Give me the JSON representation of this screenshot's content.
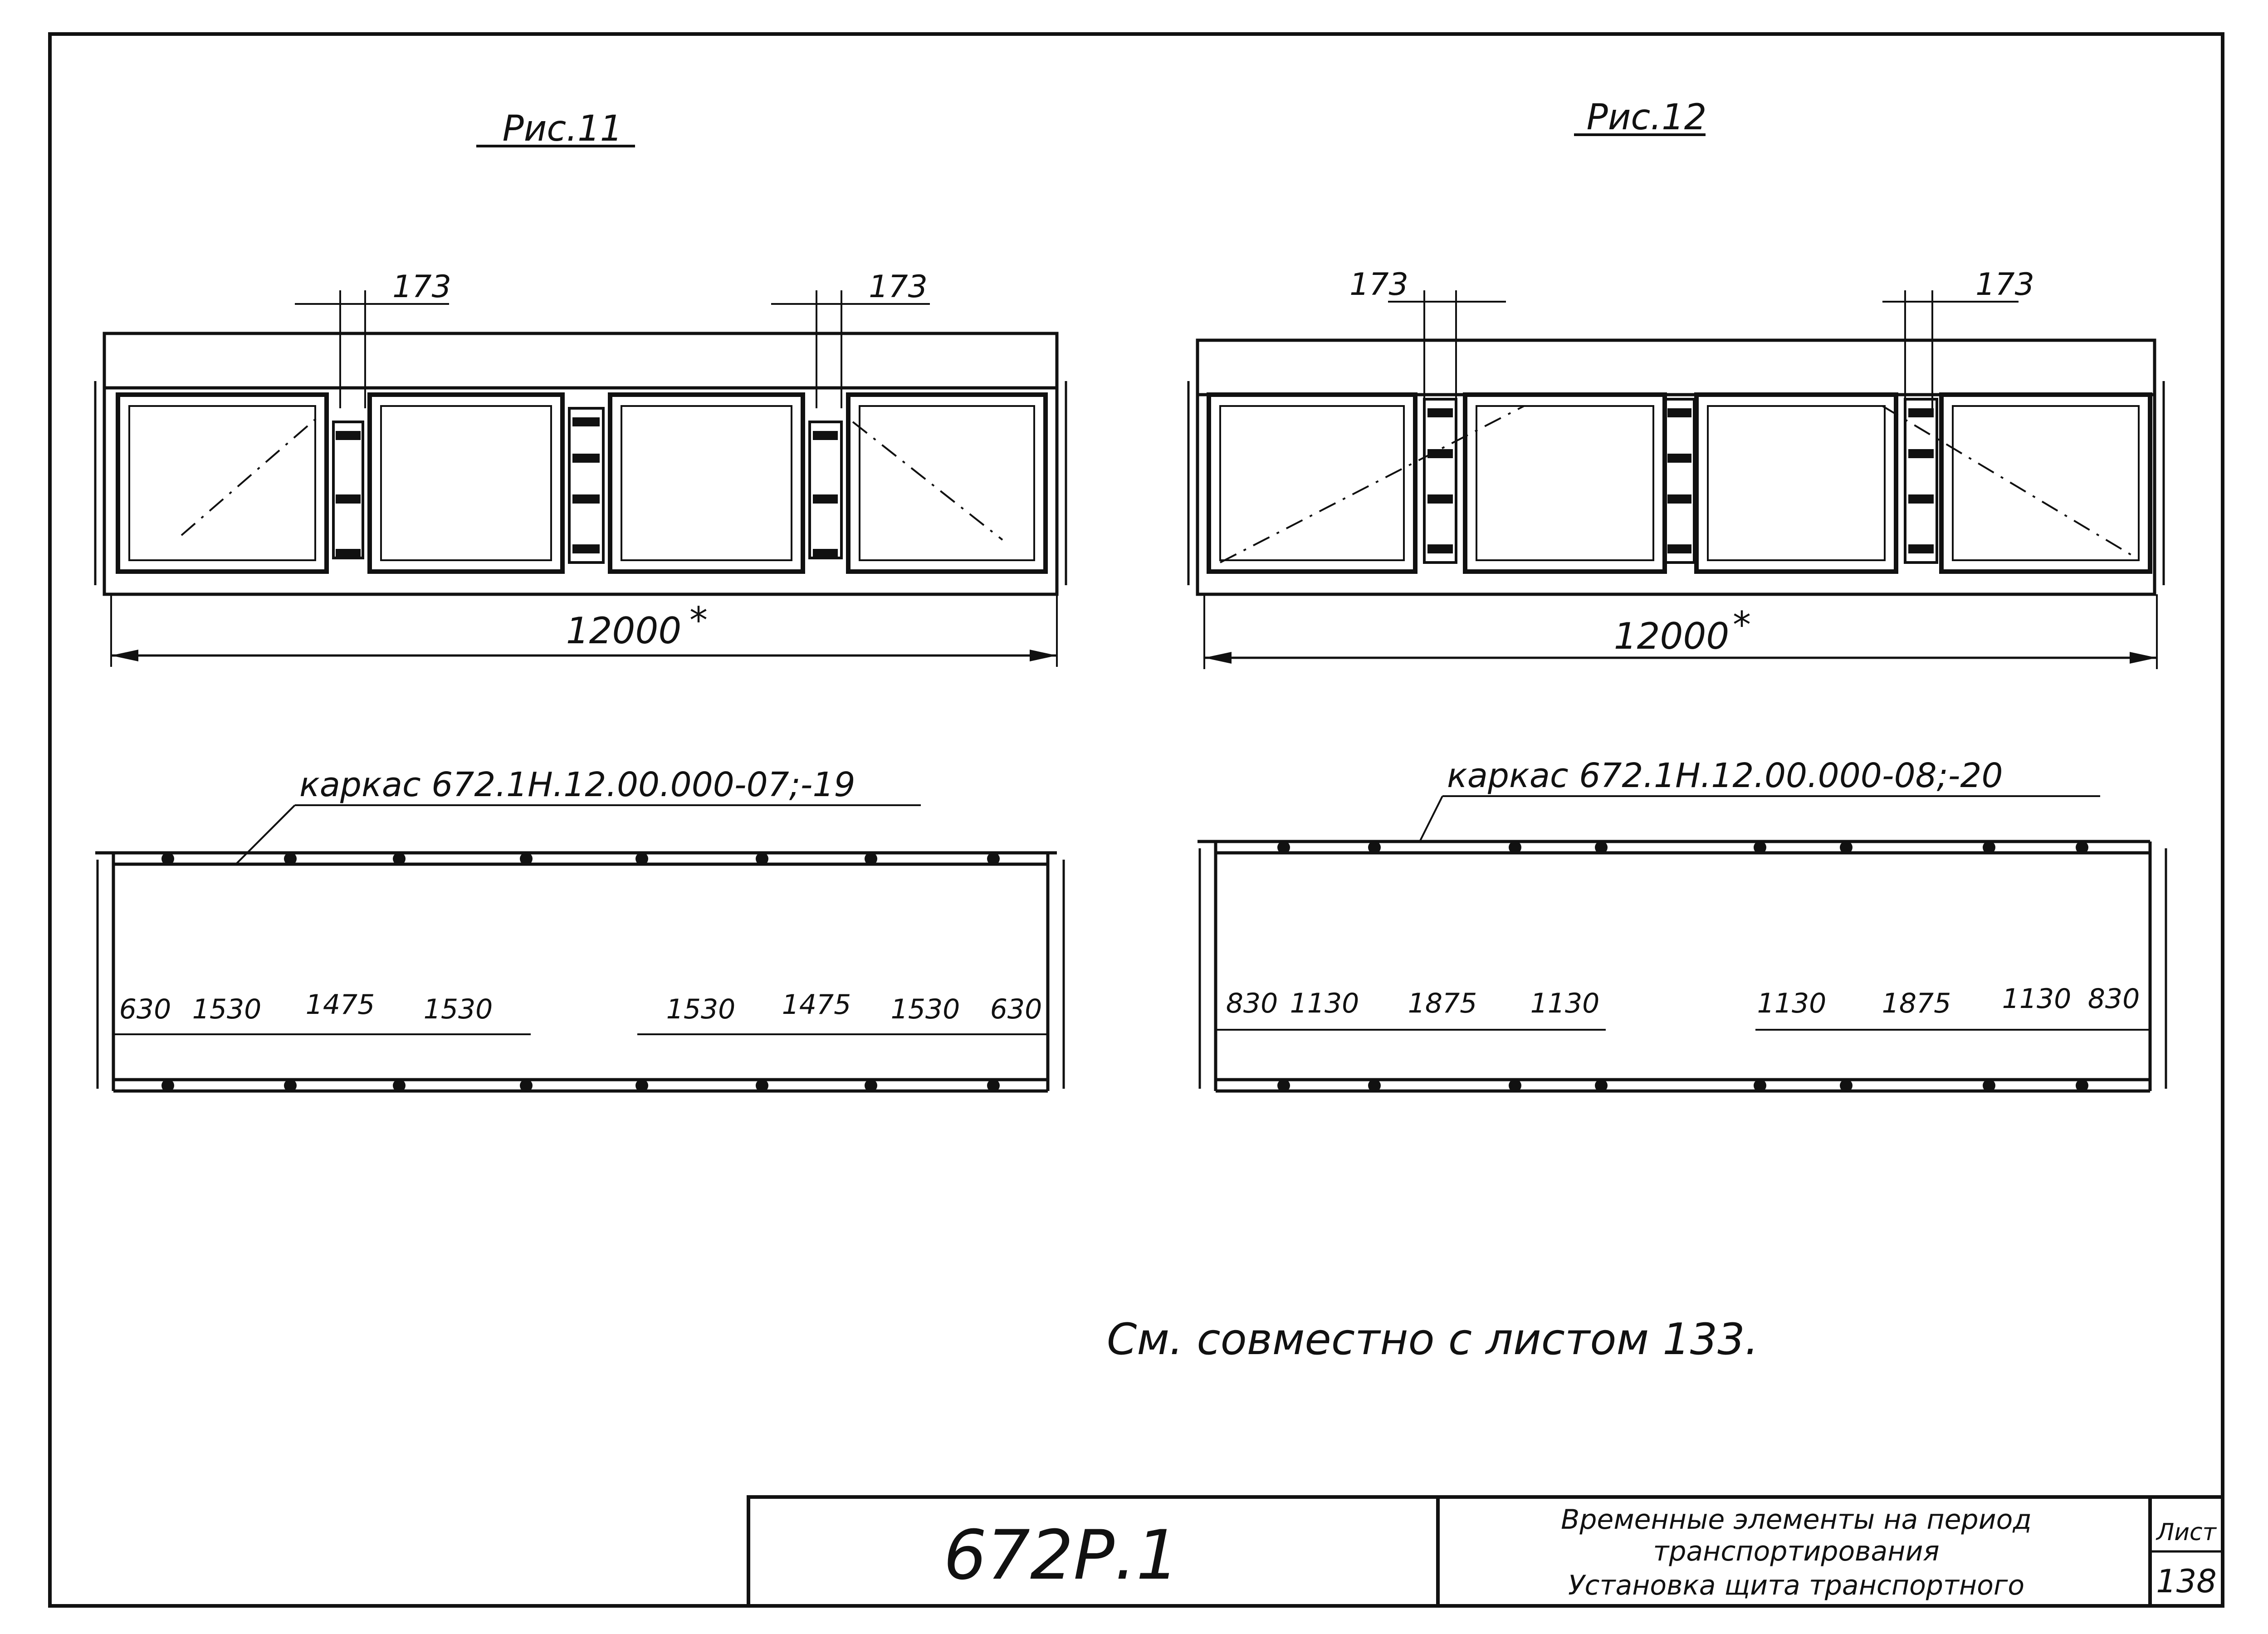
{
  "fig11": {
    "title": "Рис.11",
    "dim_top_left": "173",
    "dim_top_right": "173",
    "length": "12000",
    "length_mark": "*",
    "frame_label": "каркас 672.1Н.12.00.000-07;-19",
    "spacings": [
      "630",
      "1530",
      "1475",
      "1530",
      "1530",
      "1475",
      "1530",
      "630"
    ]
  },
  "fig12": {
    "title": "Рис.12",
    "dim_top_left": "173",
    "dim_top_right": "173",
    "length": "12000",
    "length_mark": "*",
    "frame_label": "каркас 672.1Н.12.00.000-08;-20",
    "spacings": [
      "830",
      "1130",
      "1875",
      "1130",
      "1130",
      "1875",
      "1130",
      "830"
    ]
  },
  "note": "См. совместно с листом 133.",
  "title_block": {
    "code": "672Р.1",
    "line1": "Временные элементы на период",
    "line2": "транспортирования",
    "line3": "Установка щита транспортного",
    "sheet_label": "Лист",
    "sheet_number": "138"
  }
}
